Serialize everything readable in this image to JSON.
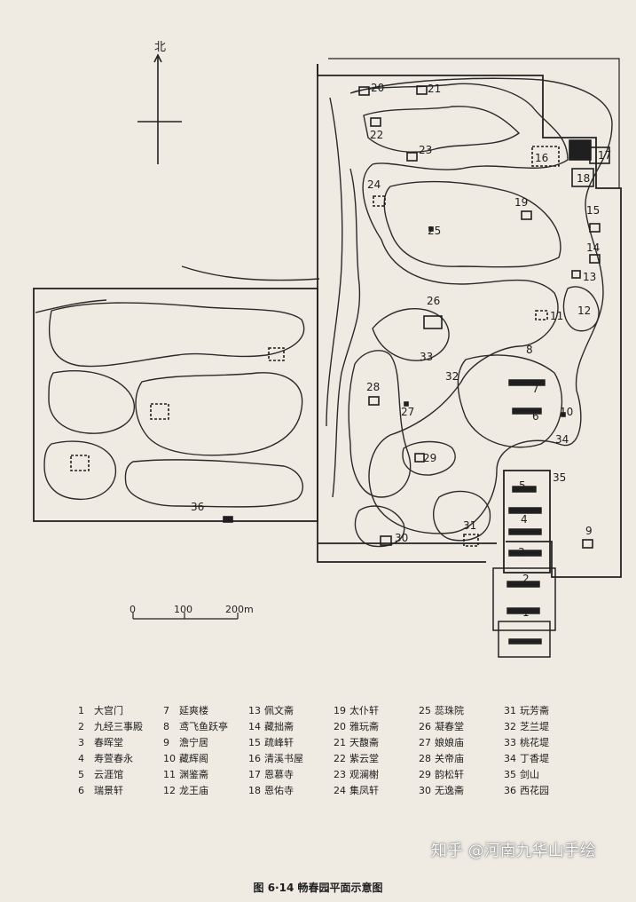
{
  "map": {
    "north_label": "北",
    "scale_labels": [
      "0",
      "100",
      "200m"
    ],
    "numbers": [
      "1",
      "2",
      "3",
      "4",
      "5",
      "6",
      "7",
      "8",
      "9",
      "10",
      "11",
      "12",
      "13",
      "14",
      "15",
      "16",
      "17",
      "18",
      "19",
      "20",
      "21",
      "22",
      "23",
      "24",
      "25",
      "26",
      "27",
      "28",
      "29",
      "30",
      "31",
      "32",
      "33",
      "34",
      "35",
      "36"
    ]
  },
  "legend": [
    {
      "n": "1",
      "name": "大宫门"
    },
    {
      "n": "7",
      "name": "延爽楼"
    },
    {
      "n": "13",
      "name": "佩文斋"
    },
    {
      "n": "19",
      "name": "太仆轩"
    },
    {
      "n": "25",
      "name": "蕊珠院"
    },
    {
      "n": "31",
      "name": "玩芳斋"
    },
    {
      "n": "2",
      "name": "九经三事殿"
    },
    {
      "n": "8",
      "name": "鸢飞鱼跃亭"
    },
    {
      "n": "14",
      "name": "藏拙斋"
    },
    {
      "n": "20",
      "name": "雅玩斋"
    },
    {
      "n": "26",
      "name": "凝春堂"
    },
    {
      "n": "32",
      "name": "芝兰堤"
    },
    {
      "n": "3",
      "name": "春晖堂"
    },
    {
      "n": "9",
      "name": "澹宁居"
    },
    {
      "n": "15",
      "name": "疏峰轩"
    },
    {
      "n": "21",
      "name": "天馥斋"
    },
    {
      "n": "27",
      "name": "娘娘庙"
    },
    {
      "n": "33",
      "name": "桃花堤"
    },
    {
      "n": "4",
      "name": "寿萱春永"
    },
    {
      "n": "10",
      "name": "藏辉阁"
    },
    {
      "n": "16",
      "name": "清溪书屋"
    },
    {
      "n": "22",
      "name": "紫云堂"
    },
    {
      "n": "28",
      "name": "关帝庙"
    },
    {
      "n": "34",
      "name": "丁香堤"
    },
    {
      "n": "5",
      "name": "云涯馆"
    },
    {
      "n": "11",
      "name": "渊鉴斋"
    },
    {
      "n": "17",
      "name": "恩慕寺"
    },
    {
      "n": "23",
      "name": "观澜榭"
    },
    {
      "n": "29",
      "name": "韵松轩"
    },
    {
      "n": "35",
      "name": "剑山"
    },
    {
      "n": "6",
      "name": "瑞景轩"
    },
    {
      "n": "12",
      "name": "龙王庙"
    },
    {
      "n": "18",
      "name": "恩佑寺"
    },
    {
      "n": "24",
      "name": "集凤轩"
    },
    {
      "n": "30",
      "name": "无逸斋"
    },
    {
      "n": "36",
      "name": "西花园"
    }
  ],
  "caption": "图 6·14 畅春园平面示意图",
  "watermark": "知乎 @河南九华山手绘"
}
